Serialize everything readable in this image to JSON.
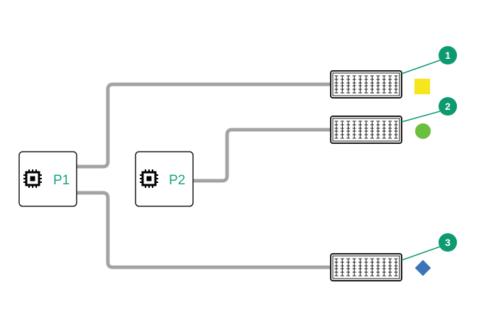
{
  "processors": [
    {
      "id": "p1",
      "label": "P1"
    },
    {
      "id": "p2",
      "label": "P2"
    }
  ],
  "connectors": [
    {
      "id": "c1",
      "callout": "1",
      "marker": "square",
      "marker_color": "#f5e61e"
    },
    {
      "id": "c2",
      "callout": "2",
      "marker": "circle",
      "marker_color": "#6abf3e"
    },
    {
      "id": "c3",
      "callout": "3",
      "marker": "diamond",
      "marker_color": "#3c74b8"
    }
  ],
  "colors": {
    "accent": "#16a382",
    "callout_fill": "#0d9a71",
    "cable": "#a3a3a3",
    "outline": "#1a1a1a"
  },
  "icons": {
    "processor": "cpu-chip-icon"
  }
}
